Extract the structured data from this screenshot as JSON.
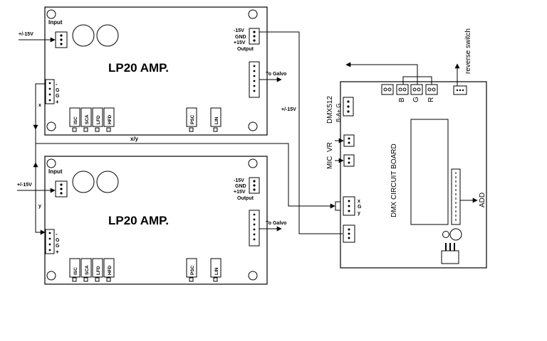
{
  "amp1": {
    "title": "LP20 AMP.",
    "input_label": "Input",
    "output_label": "Output",
    "pwr_minus": "-15V",
    "pwr_gnd": "GND",
    "pwr_plus": "+15V",
    "to_galvo": "To  Galvo",
    "supply_label": "+/-15V",
    "pot_labels": [
      "ISC",
      "SCA",
      "LFD",
      "HFD",
      "PSC",
      "LIN"
    ],
    "header_pins": [
      "-",
      "G",
      "G",
      "+"
    ]
  },
  "amp2": {
    "title": "LP20 AMP.",
    "input_label": "Input",
    "output_label": "Output",
    "pwr_minus": "-15V",
    "pwr_gnd": "GND",
    "pwr_plus": "+15V",
    "to_galvo": "To  Galvo",
    "supply_label": "+/-15V",
    "pot_labels": [
      "ISC",
      "SCA",
      "LFD",
      "HFD",
      "PSC",
      "LIN"
    ],
    "header_pins": [
      "-",
      "G",
      "G",
      "+"
    ]
  },
  "wiring": {
    "x_label": "x",
    "y_label": "y",
    "xy_label": "x/y",
    "supply_label": "+/-15V"
  },
  "dmx": {
    "title": "DMX CIRCUIT BOARD",
    "dmx512": "DMX512",
    "dmx_pins": "B-A+ G",
    "vr": "VR",
    "mic": "MIC",
    "add": "ADD",
    "reverse_switch": "reverse switch",
    "color_pins": [
      "B",
      "G",
      "R"
    ],
    "xgy_pins": [
      "x",
      "G",
      "y"
    ]
  }
}
